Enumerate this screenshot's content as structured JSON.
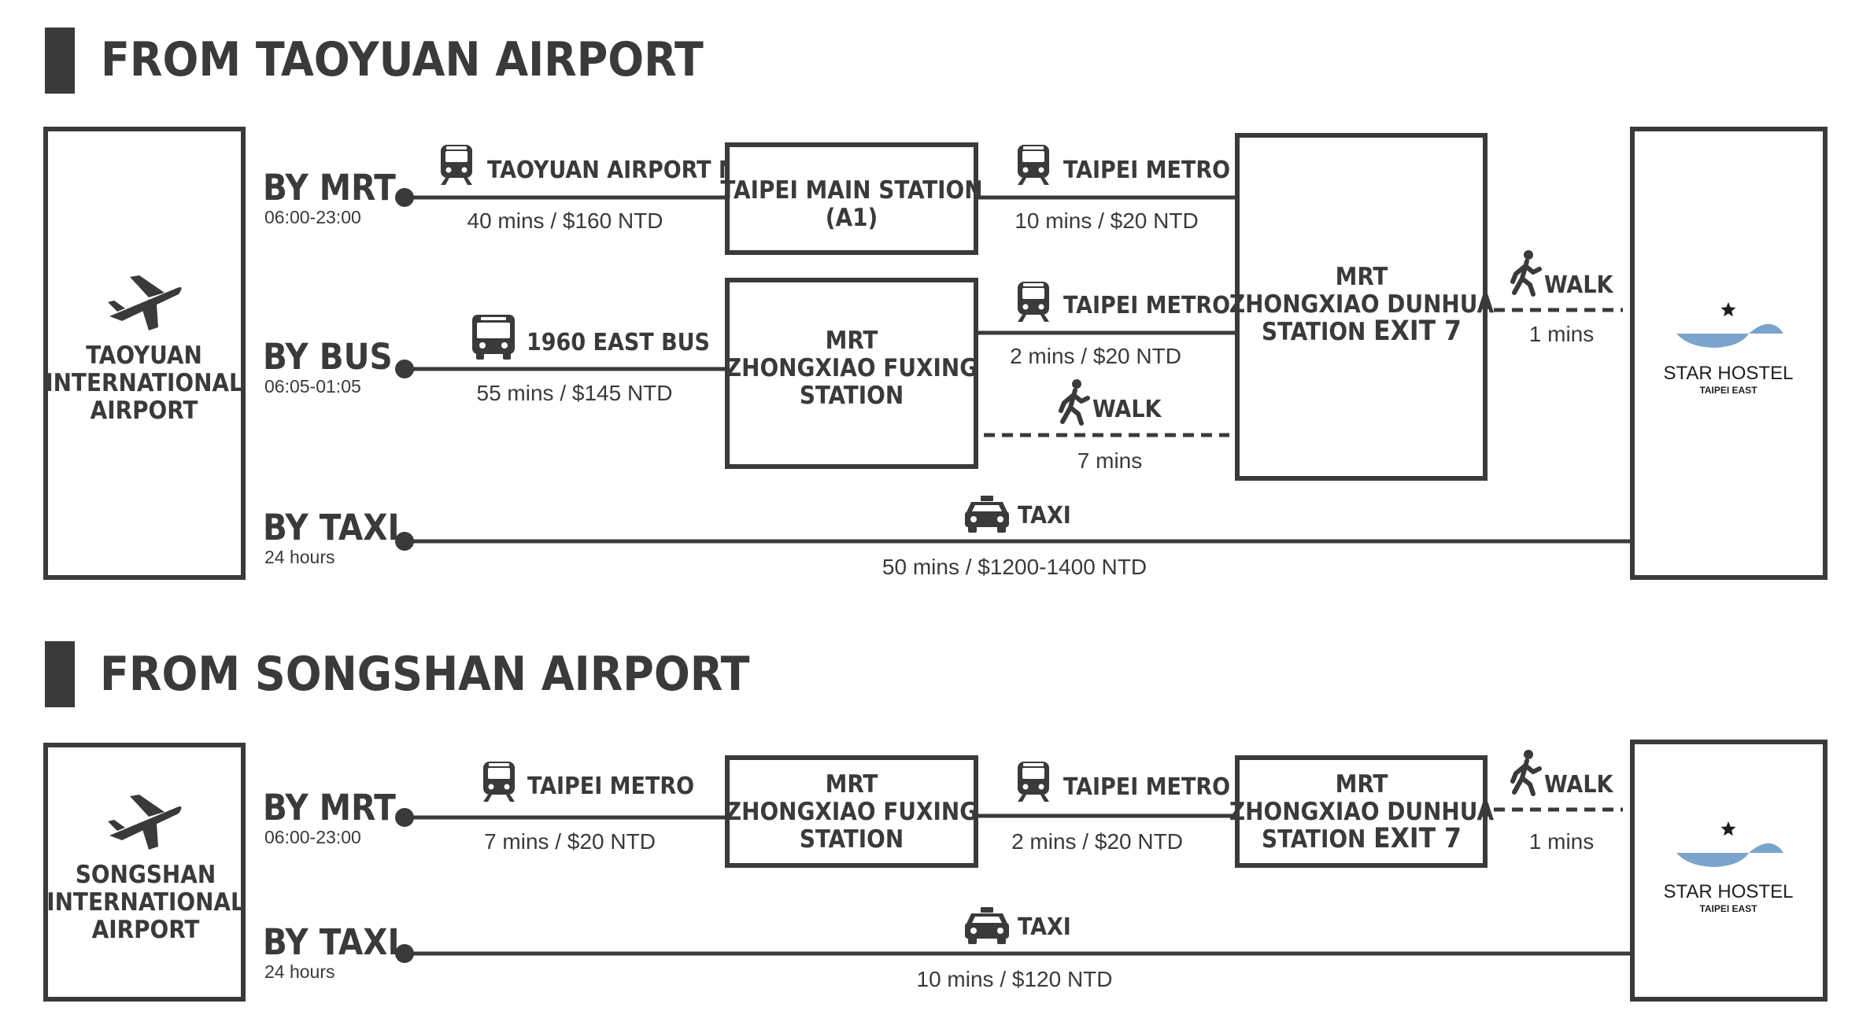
{
  "colors": {
    "ink": "#3a3a3a",
    "accent": "#7ba4cc",
    "background": "#ffffff"
  },
  "taoyuan": {
    "heading": "FROM TAOYUAN AIRPORT",
    "airport_lines": [
      "TAOYUAN",
      "INTERNATIONAL",
      "AIRPORT"
    ],
    "routes": {
      "mrt": {
        "mode": "BY MRT",
        "hours": "06:00-23:00"
      },
      "bus": {
        "mode": "BY BUS",
        "hours": "06:05-01:05"
      },
      "taxi": {
        "mode": "BY TAXI",
        "hours": "24 hours"
      }
    },
    "segments": {
      "airport_mrt": {
        "label": "TAOYUAN AIRPORT MRT",
        "detail": "40 mins / $160 NTD",
        "icon": "train-icon"
      },
      "metro_a1": {
        "label": "TAIPEI METRO",
        "detail": "10 mins / $20 NTD",
        "icon": "train-icon"
      },
      "bus_1960": {
        "label": "1960 EAST BUS",
        "detail": "55 mins / $145 NTD",
        "icon": "bus-icon"
      },
      "metro_fuxing": {
        "label": "TAIPEI METRO",
        "detail": "2 mins / $20 NTD",
        "icon": "train-icon"
      },
      "walk_fuxing": {
        "label": "WALK",
        "detail": "7 mins",
        "icon": "walking-person-icon"
      },
      "walk_hostel": {
        "label": "WALK",
        "detail": "1 mins",
        "icon": "walking-person-icon"
      },
      "taxi": {
        "label": "TAXI",
        "detail": "50 mins / $1200-1400 NTD",
        "icon": "taxi-icon"
      }
    },
    "stations": {
      "main": [
        "TAIPEI MAIN STATION",
        "(A1)"
      ],
      "fuxing": [
        "MRT",
        "ZHONGXIAO FUXING",
        "STATION"
      ],
      "dunhua": {
        "line1": "MRT",
        "line2": "ZHONGXIAO DUNHUA",
        "line3_a": "STATION ",
        "line3_b": "EXIT 7"
      }
    },
    "hostel": {
      "name": "STAR HOSTEL",
      "sub": "TAIPEI EAST"
    }
  },
  "songshan": {
    "heading": "FROM SONGSHAN AIRPORT",
    "airport_lines": [
      "SONGSHAN",
      "INTERNATIONAL",
      "AIRPORT"
    ],
    "routes": {
      "mrt": {
        "mode": "BY MRT",
        "hours": "06:00-23:00"
      },
      "taxi": {
        "mode": "BY TAXI",
        "hours": "24 hours"
      }
    },
    "segments": {
      "metro_1": {
        "label": "TAIPEI METRO",
        "detail": "7 mins / $20 NTD",
        "icon": "train-icon"
      },
      "metro_2": {
        "label": "TAIPEI METRO",
        "detail": "2 mins / $20 NTD",
        "icon": "train-icon"
      },
      "walk_hostel": {
        "label": "WALK",
        "detail": "1 mins",
        "icon": "walking-person-icon"
      },
      "taxi": {
        "label": "TAXI",
        "detail": "10 mins / $120 NTD",
        "icon": "taxi-icon"
      }
    },
    "stations": {
      "fuxing": [
        "MRT",
        "ZHONGXIAO FUXING",
        "STATION"
      ],
      "dunhua": {
        "line1": "MRT",
        "line2": "ZHONGXIAO DUNHUA",
        "line3_a": "STATION ",
        "line3_b": "EXIT 7"
      }
    },
    "hostel": {
      "name": "STAR HOSTEL",
      "sub": "TAIPEI EAST"
    }
  }
}
